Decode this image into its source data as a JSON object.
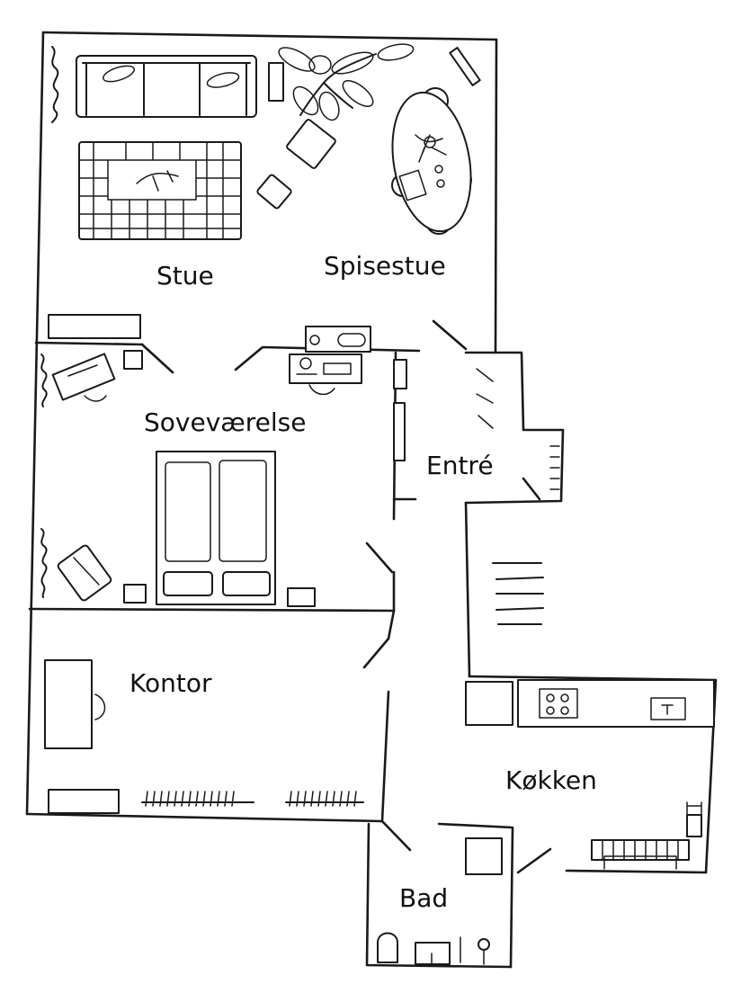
{
  "floor_plan": {
    "rooms": [
      {
        "key": "stue",
        "label": "Stue"
      },
      {
        "key": "spisestue",
        "label": "Spisestue"
      },
      {
        "key": "sovevaerelse",
        "label": "Soveværelse"
      },
      {
        "key": "entre",
        "label": "Entré"
      },
      {
        "key": "kontor",
        "label": "Kontor"
      },
      {
        "key": "kokken",
        "label": "Køkken"
      },
      {
        "key": "bad",
        "label": "Bad"
      }
    ]
  },
  "colors": {
    "ink": "#1a1a1a",
    "paper": "#ffffff"
  }
}
